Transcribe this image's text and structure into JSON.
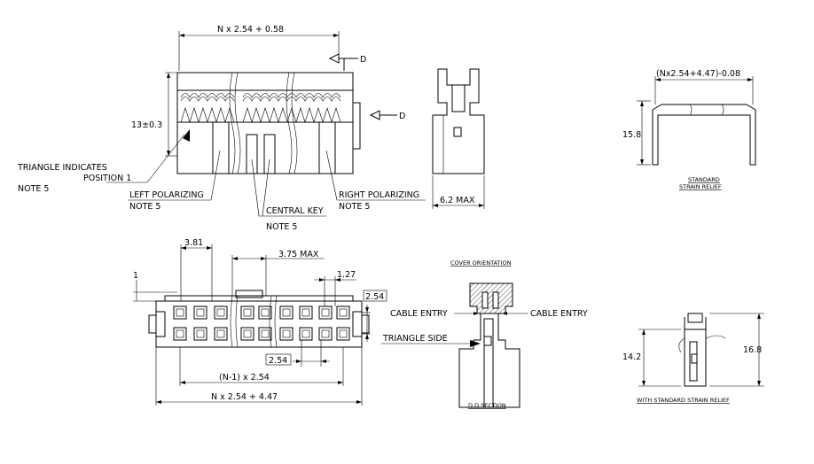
{
  "labels": {
    "top_dim": "N x 2.54 + 0.58",
    "section_d_top": "D",
    "section_d_mid": "D",
    "height_dim": "13±0.3",
    "triangle_line1": "TRIANGLE INDICATES",
    "triangle_line2": "POSITION 1",
    "triangle_note": "NOTE 5",
    "left_pol": "LEFT POLARIZING",
    "left_pol_note": "NOTE 5",
    "central_key": "CENTRAL KEY",
    "central_key_note": "NOTE 5",
    "right_pol": "RIGHT POLARIZING",
    "right_pol_note": "NOTE 5",
    "side_width": "6.2 MAX",
    "relief_dim": "(Nx2.54+4.47)-0.08",
    "relief_height": "15.8",
    "relief_caption1": "STANDARD",
    "relief_caption2": "STRAIN RELIEF",
    "pitch_381": "3.81",
    "max_375": "3.75 MAX",
    "dim_1": "1",
    "dim_127": "1.27",
    "dim_254_right": "2.54",
    "dim_254_bottom": "2.54",
    "n_minus_1": "(N-1) x 2.54",
    "n_total": "N x 2.54 + 4.47",
    "cover_orientation": "COVER ORIENTATION",
    "cable_entry_left": "CABLE ENTRY",
    "cable_entry_right": "CABLE ENTRY",
    "triangle_side": "TRIANGLE SIDE",
    "dd_section": "D D SECTION",
    "dim_142": "14.2",
    "dim_168": "16.8",
    "with_relief": "WITH STANDARD STRAIN RELIEF"
  }
}
